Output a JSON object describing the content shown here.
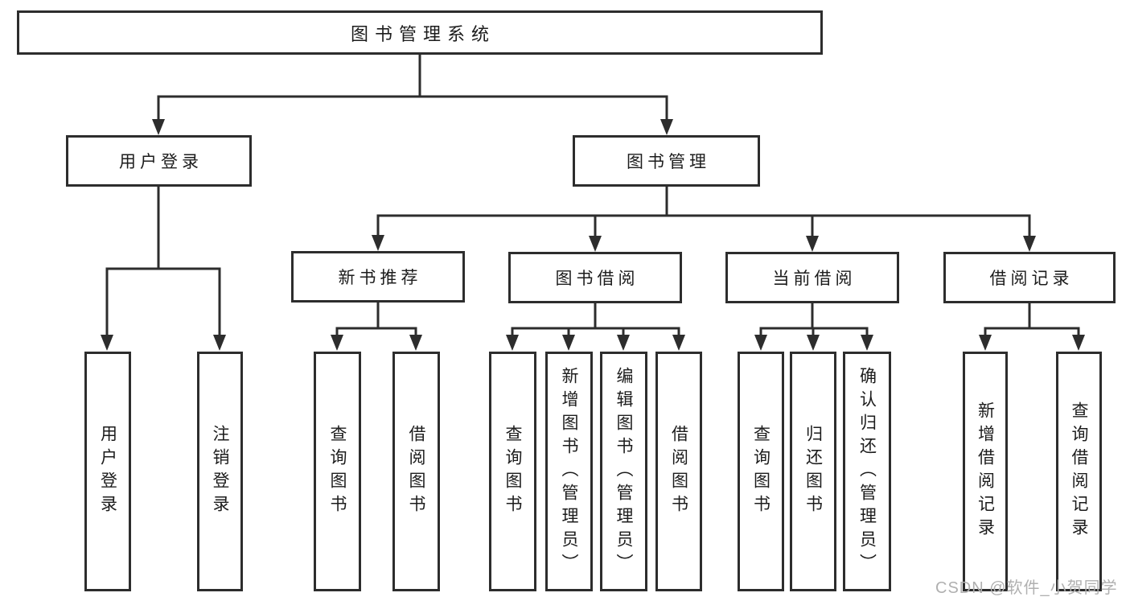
{
  "diagram": {
    "root": {
      "label": "图书管理系统"
    },
    "level2": {
      "user_login": {
        "label": "用户登录"
      },
      "book_mgmt": {
        "label": "图书管理"
      }
    },
    "level3": {
      "new_book_rec": {
        "label": "新书推荐"
      },
      "book_borrow": {
        "label": "图书借阅"
      },
      "current_borrow": {
        "label": "当前借阅"
      },
      "borrow_records": {
        "label": "借阅记录"
      }
    },
    "leaves": {
      "user_login_leaf": {
        "label": "用户登录"
      },
      "logout_leaf": {
        "label": "注销登录"
      },
      "rec_query_books": {
        "label": "查询图书"
      },
      "rec_borrow_books": {
        "label": "借阅图书"
      },
      "bb_query_books": {
        "label": "查询图书"
      },
      "bb_add_books": {
        "label": "新增图书（管理员）"
      },
      "bb_edit_books": {
        "label": "编辑图书（管理员）"
      },
      "bb_borrow_books": {
        "label": "借阅图书"
      },
      "cb_query_books": {
        "label": "查询图书"
      },
      "cb_return_books": {
        "label": "归还图书"
      },
      "cb_confirm_return": {
        "label": "确认归还（管理员）"
      },
      "br_add_record": {
        "label": "新增借阅记录"
      },
      "br_query_record": {
        "label": "查询借阅记录"
      }
    },
    "line_color": "#2d2d2d",
    "watermark": "CSDN @软件_小贺同学"
  }
}
